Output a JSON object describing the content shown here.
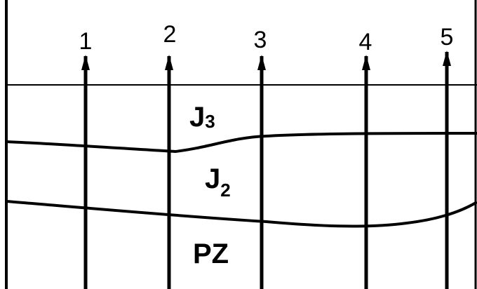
{
  "wells": [
    "1",
    "2",
    "3",
    "4",
    "5"
  ],
  "layers": [
    {
      "name": "J",
      "subscript": "3"
    },
    {
      "name": "J",
      "subscript": "2"
    },
    {
      "name": "PZ",
      "subscript": ""
    }
  ],
  "colors": {
    "line": "#000000",
    "background": "#ffffff"
  }
}
